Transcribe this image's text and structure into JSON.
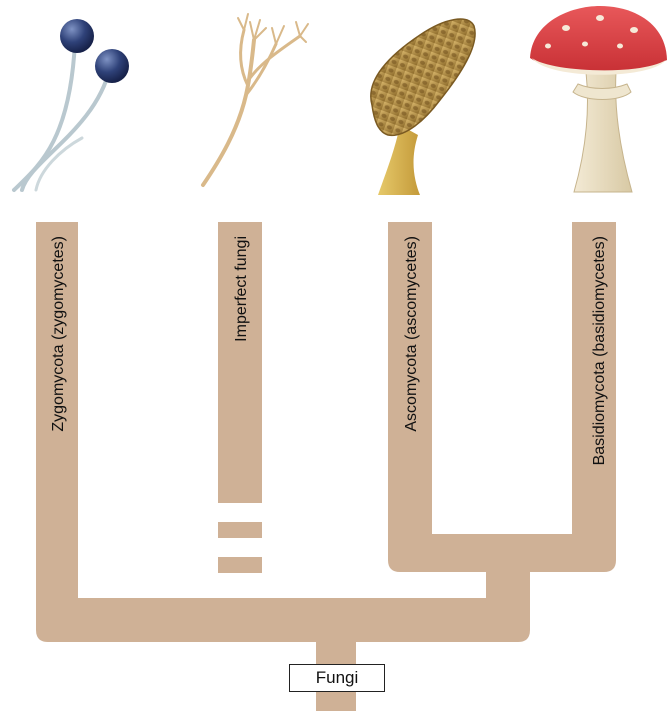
{
  "diagram": {
    "root_label": "Fungi",
    "branch_color": "#cfb196",
    "groups": [
      {
        "label": "Zygomycota (zygomycetes)",
        "icon": "bread-mold-icon"
      },
      {
        "label": "Imperfect fungi",
        "icon": "imperfect-fungus-icon"
      },
      {
        "label": "Ascomycota (ascomycetes)",
        "icon": "morel-icon"
      },
      {
        "label": "Basidiomycota (basidiomycetes)",
        "icon": "mushroom-icon"
      }
    ]
  }
}
